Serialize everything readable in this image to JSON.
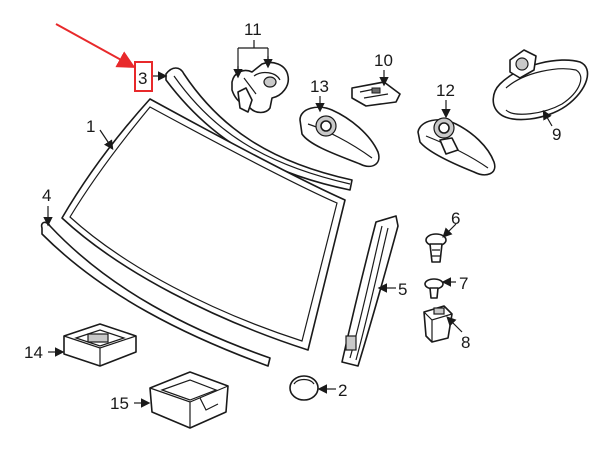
{
  "diagram": {
    "callouts": {
      "c1": "1",
      "c2": "2",
      "c3": "3",
      "c4": "4",
      "c5": "5",
      "c6": "6",
      "c7": "7",
      "c8": "8",
      "c9": "9",
      "c10": "10",
      "c11": "11",
      "c12": "12",
      "c13": "13",
      "c14": "14",
      "c15": "15"
    },
    "highlight": {
      "callout": "3",
      "color": "#e8292b"
    },
    "line_color": "#1a1a1a"
  }
}
